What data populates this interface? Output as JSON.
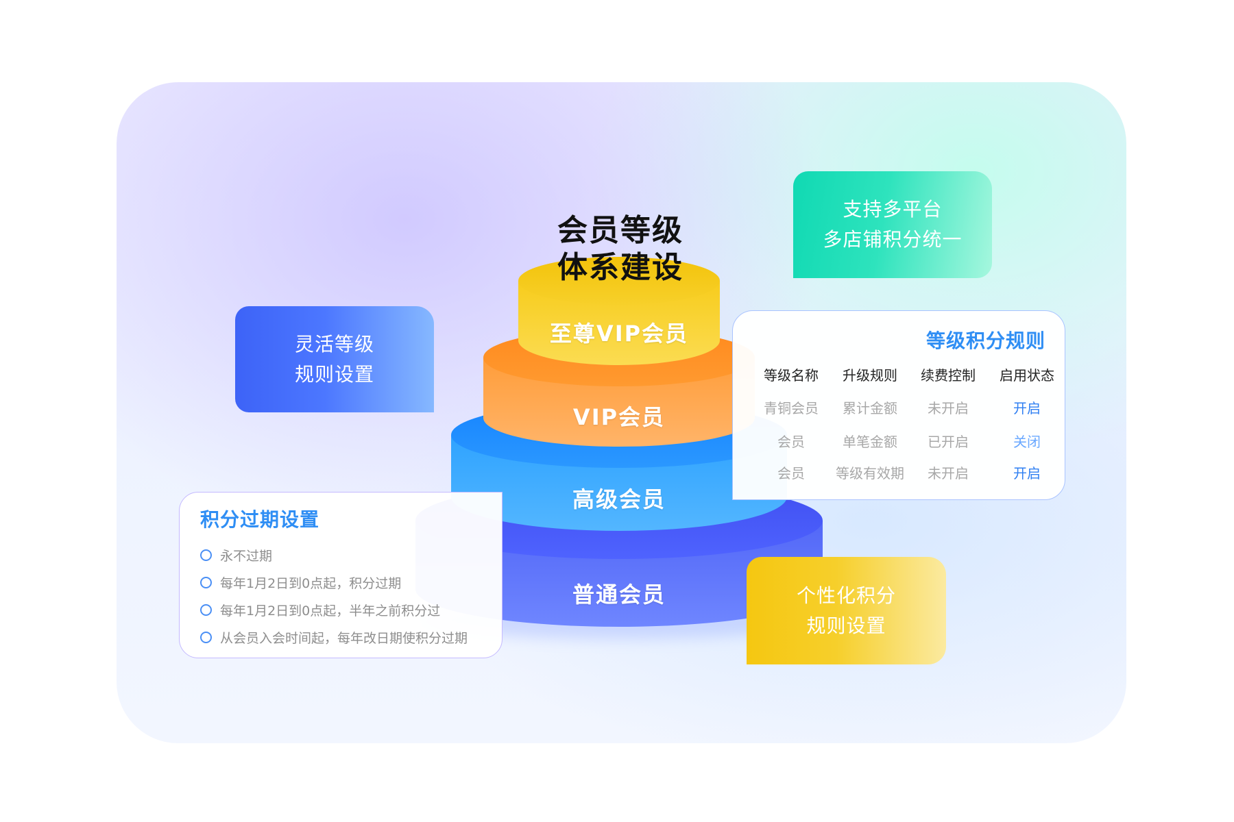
{
  "main_title": {
    "line1": "会员等级",
    "line2": "体系建设"
  },
  "tiers": [
    {
      "label": "至尊VIP会员"
    },
    {
      "label": "VIP会员"
    },
    {
      "label": "高级会员"
    },
    {
      "label": "普通会员"
    }
  ],
  "badges": {
    "flexible": {
      "line1": "灵活等级",
      "line2": "规则设置"
    },
    "multi_platform": {
      "line1": "支持多平台",
      "line2": "多店铺积分统一"
    },
    "personalized": {
      "line1": "个性化积分",
      "line2": "规则设置"
    }
  },
  "rules_panel": {
    "title": "等级积分规则",
    "headers": [
      "等级名称",
      "升级规则",
      "续费控制",
      "启用状态"
    ],
    "rows": [
      [
        "青铜会员",
        "累计金额",
        "未开启",
        "开启"
      ],
      [
        "会员",
        "单笔金额",
        "已开启",
        "关闭"
      ],
      [
        "会员",
        "等级有效期",
        "未开启",
        "开启"
      ]
    ]
  },
  "expiry_panel": {
    "title": "积分过期设置",
    "options": [
      "永不过期",
      "每年1月2日到0点起，积分过期",
      "每年1月2日到0点起，半年之前积分过",
      "从会员入会时间起，每年改日期使积分过期"
    ]
  },
  "colors": {
    "tier_gold": "#f5cd1e",
    "tier_orange": "#ff9a33",
    "tier_blue": "#2aa4ff",
    "tier_indigo": "#4a62f5",
    "accent_blue": "#2f8ef4"
  }
}
